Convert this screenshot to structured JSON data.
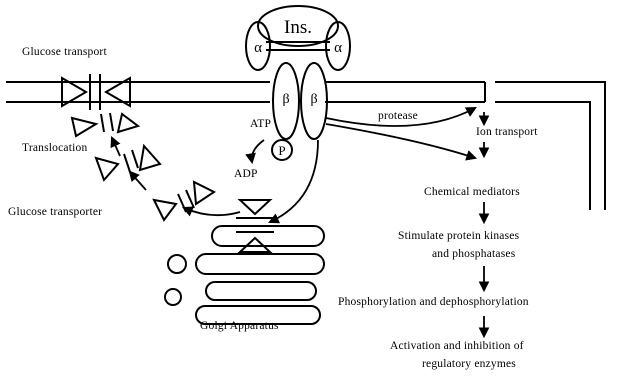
{
  "receptor": {
    "ligand": "Ins.",
    "alpha_left": "α",
    "alpha_right": "α",
    "beta_left": "β",
    "beta_right": "β",
    "phospho": "P"
  },
  "labels": {
    "glucose_transport": "Glucose transport",
    "translocation": "Translocation",
    "glucose_transporter": "Glucose transporter",
    "golgi": "Golgi Apparatus",
    "atp": "ATP",
    "adp": "ADP",
    "protease": "protease",
    "ion_transport": "Ion transport"
  },
  "cascade": {
    "steps": [
      "Chemical mediators",
      "Stimulate protein kinases",
      "and phosphatases",
      "Phosphorylation and dephosphorylation",
      "Activation and inhibition of",
      "regulatory enzymes"
    ]
  }
}
